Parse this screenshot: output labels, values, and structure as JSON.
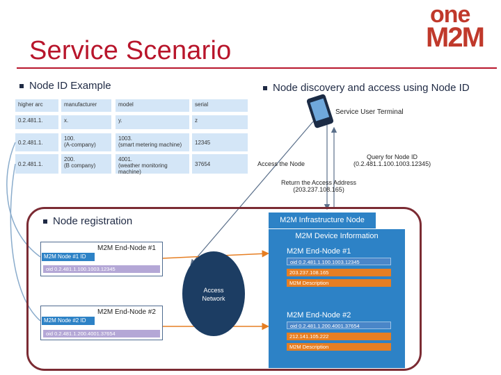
{
  "header": {
    "title": "Service Scenario",
    "logo_top": "one",
    "logo_bottom": "M2M"
  },
  "left_bullet": "Node ID Example",
  "right_bullet": "Node discovery and access using Node ID",
  "table": {
    "headers": [
      "higher arc",
      "manufacturer",
      "model",
      "serial"
    ],
    "rows": [
      [
        "0.2.481.1.",
        "x.",
        "y.",
        "z"
      ],
      [
        "0.2.481.1.",
        "100.\n(A-company)",
        "1003.\n(smart metering machine)",
        "12345"
      ],
      [
        "0.2.481.1.",
        "200.\n(B company)",
        "4001.\n(weather monitoring machine)",
        "37654"
      ]
    ]
  },
  "terminal": {
    "label": "Service User Terminal"
  },
  "access_node_label": "Access the Node",
  "query_label": "Query for Node ID\n(0.2.481.1.100.1003.12345)",
  "return_label": "Return the Access Address\n(203.237.108.165)",
  "registration_bullet": "Node registration",
  "infrastructure_node": "M2M Infrastructure Node",
  "device_info_title": "M2M Device Information",
  "access_network": "Access\nNetwork",
  "end_node_1": {
    "title": "M2M End-Node #1",
    "id_label": "M2M Node #1 ID",
    "oid": "oid 0.2.481.1.100.1003.12345"
  },
  "end_node_2": {
    "title": "M2M End-Node #2",
    "id_label": "M2M Node #2 ID",
    "oid": "oid 0.2.481.1.200.4001.37654"
  },
  "device_1": {
    "title": "M2M End-Node #1",
    "oid": "oid 0.2.481.1.100.1003.12345",
    "address": "203.237.108.165",
    "description": "M2M Description"
  },
  "device_2": {
    "title": "M2M End-Node #2",
    "oid": "oid 0.2.481.1.200.4001.37654",
    "address": "212.141.105.222",
    "description": "M2M Description"
  },
  "colors": {
    "brand": "#b8152b",
    "blue": "#2d82c6",
    "network": "#1c3d63",
    "frame": "#7b2b33"
  }
}
